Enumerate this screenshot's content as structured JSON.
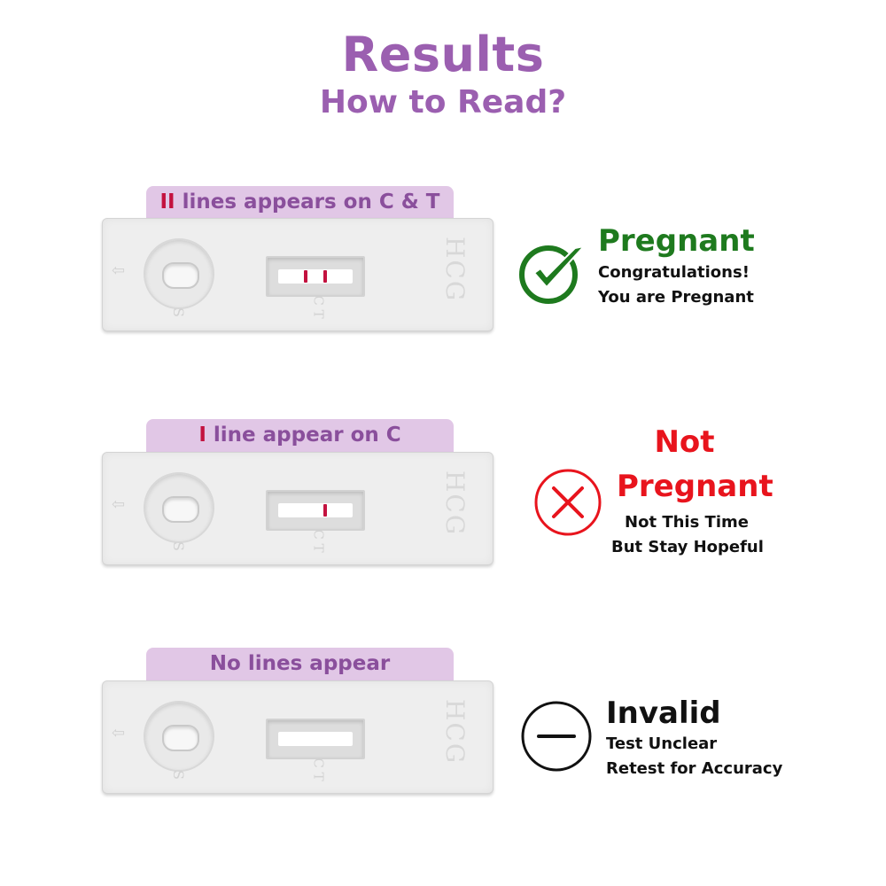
{
  "header": {
    "title": "Results",
    "subtitle": "How to Read?"
  },
  "colors": {
    "purple": "#9b5fb0",
    "tab_bg": "#e1c7e6",
    "line_red": "#c3123f",
    "pregnant_green": "#1e7a1e",
    "not_pregnant_red": "#e8141d",
    "invalid_black": "#111111"
  },
  "rows": [
    {
      "tab_mark": "II",
      "tab_text": " lines appears on C & T",
      "cassette_label": "HCG",
      "lines_visible": 2,
      "result_icon": "check-circle-icon",
      "result_title": "Pregnant",
      "result_lines": [
        "Congratulations!",
        "You are Pregnant"
      ]
    },
    {
      "tab_mark": "I",
      "tab_text": " line appear on C",
      "cassette_label": "HCG",
      "lines_visible": 1,
      "result_icon": "x-circle-icon",
      "result_title_1": "Not",
      "result_title_2": "Pregnant",
      "result_lines": [
        "Not This Time",
        "But Stay Hopeful"
      ]
    },
    {
      "tab_mark": "",
      "tab_text": "No lines appear",
      "cassette_label": "HCG",
      "lines_visible": 0,
      "result_icon": "minus-circle-icon",
      "result_title": "Invalid",
      "result_lines": [
        "Test Unclear",
        "Retest for Accuracy"
      ]
    }
  ]
}
